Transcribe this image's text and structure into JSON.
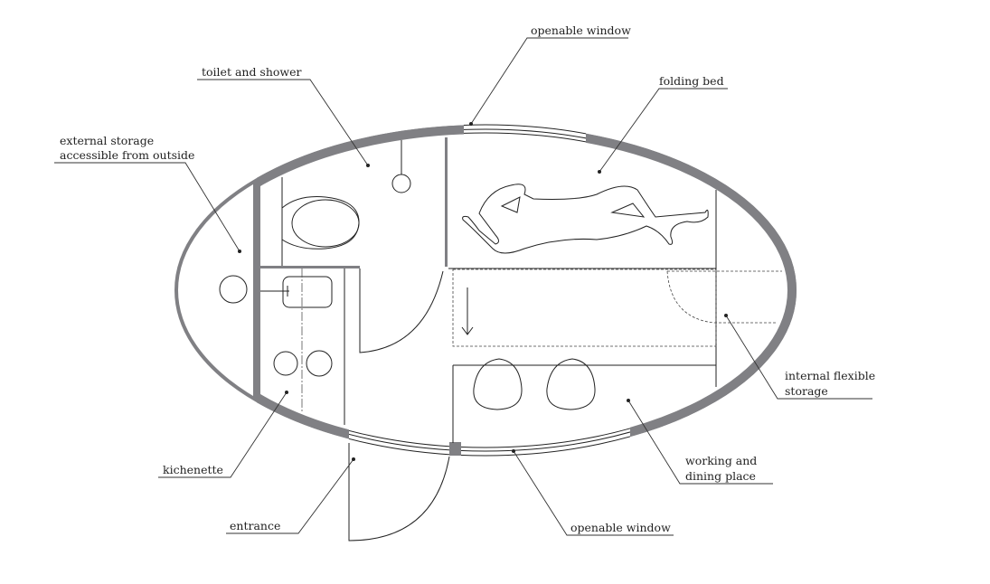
{
  "labels": {
    "openable_window_top": "openable window",
    "folding_bed": "folding bed",
    "toilet_shower": "toilet and shower",
    "external_storage_1": "external storage",
    "external_storage_2": "accessible from outside",
    "internal_storage_1": "internal flexible",
    "internal_storage_2": "storage",
    "working_1": "working and",
    "working_2": "dining place",
    "openable_window_bottom": "openable window",
    "kitchenette": "kichenette",
    "entrance": "entrance"
  },
  "colors": {
    "wall": "#808084",
    "line": "#222222"
  }
}
